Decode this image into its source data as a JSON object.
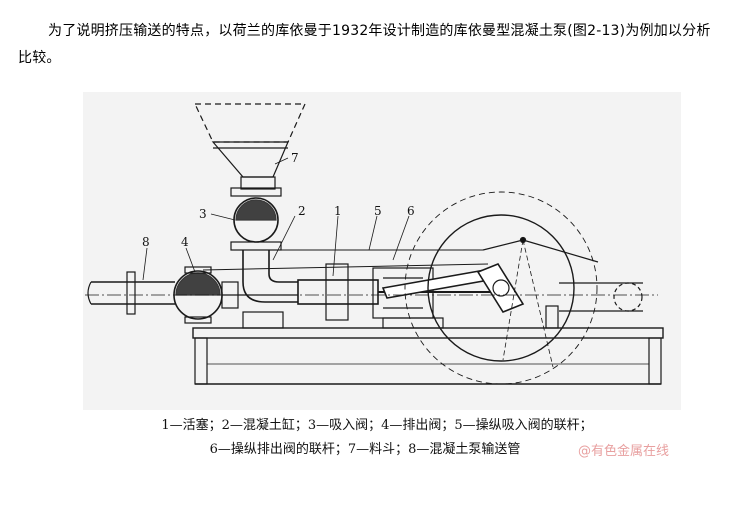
{
  "paragraph": {
    "text": "为了说明挤压输送的特点，以荷兰的库依曼于1932年设计制造的库依曼型混凝土泵(图2-13)为例加以分析比较。"
  },
  "figure": {
    "labels": [
      "1",
      "2",
      "3",
      "4",
      "5",
      "6",
      "7",
      "8"
    ]
  },
  "caption": {
    "line1": "1—活塞；2—混凝土缸；3—吸入阀；4—排出阀；5—操纵吸入阀的联杆；",
    "line2": "6—操纵排出阀的联杆；7—料斗；8—混凝土泵输送管"
  },
  "watermark": {
    "text": "@有色金属在线"
  }
}
